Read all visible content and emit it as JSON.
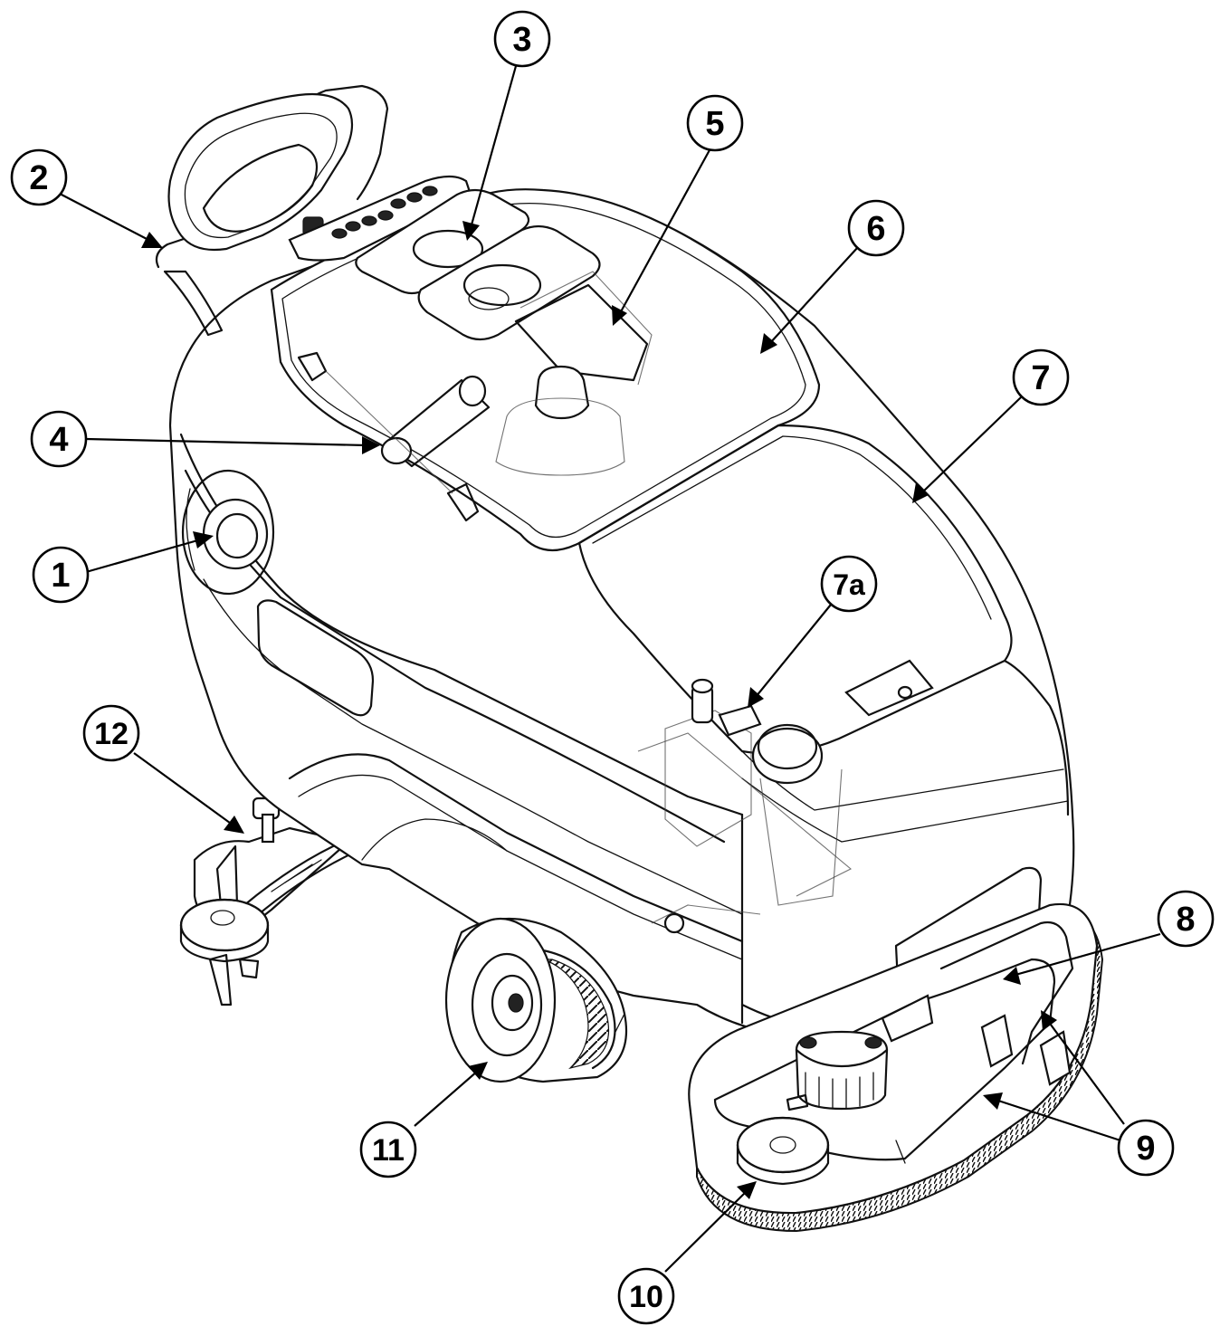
{
  "diagram": {
    "callouts": [
      {
        "id": "1",
        "label": "1"
      },
      {
        "id": "2",
        "label": "2"
      },
      {
        "id": "3",
        "label": "3"
      },
      {
        "id": "4",
        "label": "4"
      },
      {
        "id": "5",
        "label": "5"
      },
      {
        "id": "6",
        "label": "6"
      },
      {
        "id": "7",
        "label": "7"
      },
      {
        "id": "7a",
        "label": "7a"
      },
      {
        "id": "8",
        "label": "8"
      },
      {
        "id": "9",
        "label": "9"
      },
      {
        "id": "10",
        "label": "10"
      },
      {
        "id": "11",
        "label": "11"
      },
      {
        "id": "12",
        "label": "12"
      }
    ]
  }
}
